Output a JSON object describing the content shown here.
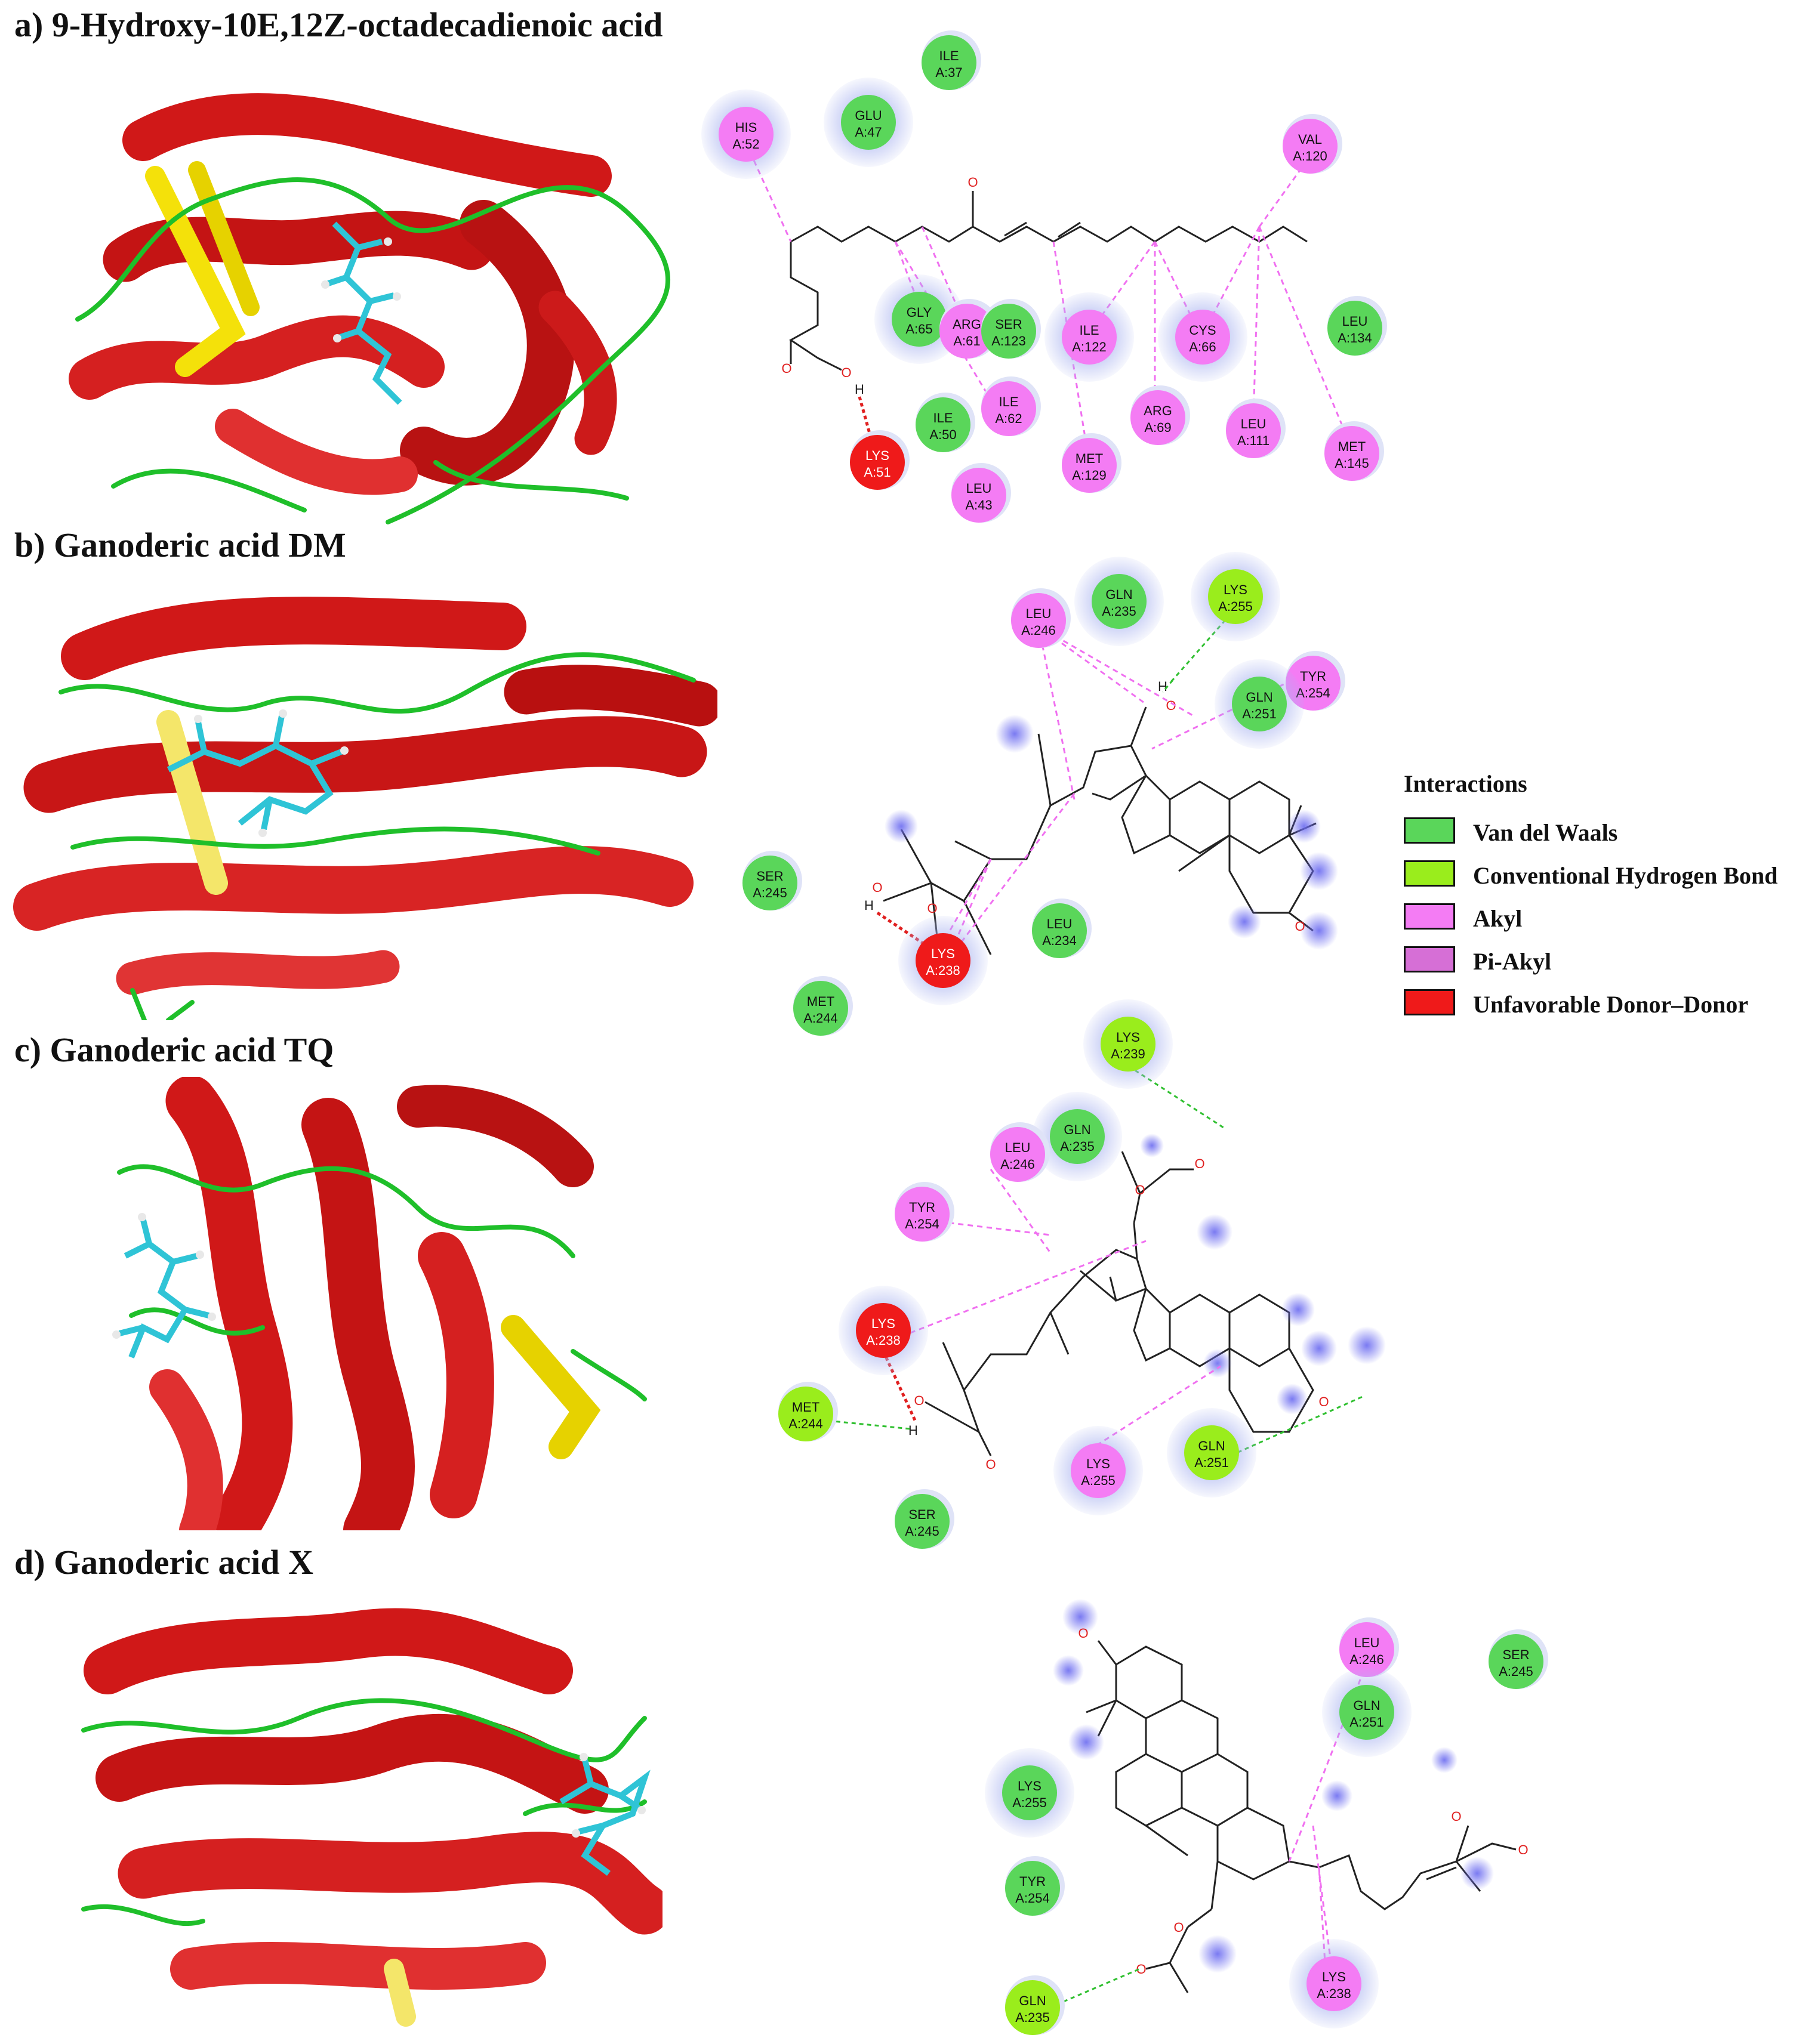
{
  "panels": {
    "a": {
      "title": "a) 9-Hydroxy-10E,12Z-octadecadienoic acid"
    },
    "b": {
      "title": "b) Ganoderic acid DM"
    },
    "c": {
      "title": "c) Ganoderic acid TQ"
    },
    "d": {
      "title": "d) Ganoderic acid X"
    }
  },
  "legend": {
    "title": "Interactions",
    "items": [
      {
        "label": "Van del Waals",
        "color": "#5ad65a"
      },
      {
        "label": "Conventional Hydrogen Bond",
        "color": "#9aed1c"
      },
      {
        "label": "Akyl",
        "color": "#f47cf4"
      },
      {
        "label": "Pi-Akyl",
        "color": "#d66fd6"
      },
      {
        "label": "Unfavorable Donor–Donor",
        "color": "#ef1a1a"
      }
    ]
  },
  "atom_labels": {
    "O": "O",
    "H": "H"
  },
  "residues": {
    "a": [
      {
        "name": "ILE",
        "num": "A:37",
        "type": "vdw"
      },
      {
        "name": "GLU",
        "num": "A:47",
        "type": "vdw"
      },
      {
        "name": "HIS",
        "num": "A:52",
        "type": "alkyl"
      },
      {
        "name": "VAL",
        "num": "A:120",
        "type": "alkyl"
      },
      {
        "name": "GLY",
        "num": "A:65",
        "type": "vdw"
      },
      {
        "name": "ARG",
        "num": "A:61",
        "type": "alkyl"
      },
      {
        "name": "SER",
        "num": "A:123",
        "type": "vdw"
      },
      {
        "name": "ILE",
        "num": "A:122",
        "type": "alkyl"
      },
      {
        "name": "CYS",
        "num": "A:66",
        "type": "alkyl"
      },
      {
        "name": "LEU",
        "num": "A:134",
        "type": "vdw"
      },
      {
        "name": "ILE",
        "num": "A:62",
        "type": "alkyl"
      },
      {
        "name": "ILE",
        "num": "A:50",
        "type": "vdw"
      },
      {
        "name": "LYS",
        "num": "A:51",
        "type": "unfav"
      },
      {
        "name": "LEU",
        "num": "A:43",
        "type": "alkyl"
      },
      {
        "name": "MET",
        "num": "A:129",
        "type": "alkyl"
      },
      {
        "name": "ARG",
        "num": "A:69",
        "type": "alkyl"
      },
      {
        "name": "LEU",
        "num": "A:111",
        "type": "alkyl"
      },
      {
        "name": "MET",
        "num": "A:145",
        "type": "alkyl"
      }
    ],
    "b": [
      {
        "name": "LYS",
        "num": "A:255",
        "type": "hbond"
      },
      {
        "name": "GLN",
        "num": "A:235",
        "type": "vdw"
      },
      {
        "name": "LEU",
        "num": "A:246",
        "type": "alkyl"
      },
      {
        "name": "TYR",
        "num": "A:254",
        "type": "alkyl"
      },
      {
        "name": "GLN",
        "num": "A:251",
        "type": "vdw"
      },
      {
        "name": "SER",
        "num": "A:245",
        "type": "vdw"
      },
      {
        "name": "LEU",
        "num": "A:234",
        "type": "vdw"
      },
      {
        "name": "LYS",
        "num": "A:238",
        "type": "unfav"
      },
      {
        "name": "MET",
        "num": "A:244",
        "type": "vdw"
      }
    ],
    "c": [
      {
        "name": "LYS",
        "num": "A:239",
        "type": "hbond"
      },
      {
        "name": "GLN",
        "num": "A:235",
        "type": "vdw"
      },
      {
        "name": "LEU",
        "num": "A:246",
        "type": "alkyl"
      },
      {
        "name": "TYR",
        "num": "A:254",
        "type": "alkyl"
      },
      {
        "name": "LYS",
        "num": "A:238",
        "type": "unfav"
      },
      {
        "name": "MET",
        "num": "A:244",
        "type": "hbond"
      },
      {
        "name": "LYS",
        "num": "A:255",
        "type": "alkyl"
      },
      {
        "name": "GLN",
        "num": "A:251",
        "type": "hbond"
      },
      {
        "name": "SER",
        "num": "A:245",
        "type": "vdw"
      }
    ],
    "d": [
      {
        "name": "LEU",
        "num": "A:246",
        "type": "alkyl"
      },
      {
        "name": "GLN",
        "num": "A:251",
        "type": "vdw"
      },
      {
        "name": "SER",
        "num": "A:245",
        "type": "vdw"
      },
      {
        "name": "LYS",
        "num": "A:255",
        "type": "vdw"
      },
      {
        "name": "TYR",
        "num": "A:254",
        "type": "vdw"
      },
      {
        "name": "GLN",
        "num": "A:235",
        "type": "hbond"
      },
      {
        "name": "LYS",
        "num": "A:238",
        "type": "alkyl"
      }
    ]
  }
}
